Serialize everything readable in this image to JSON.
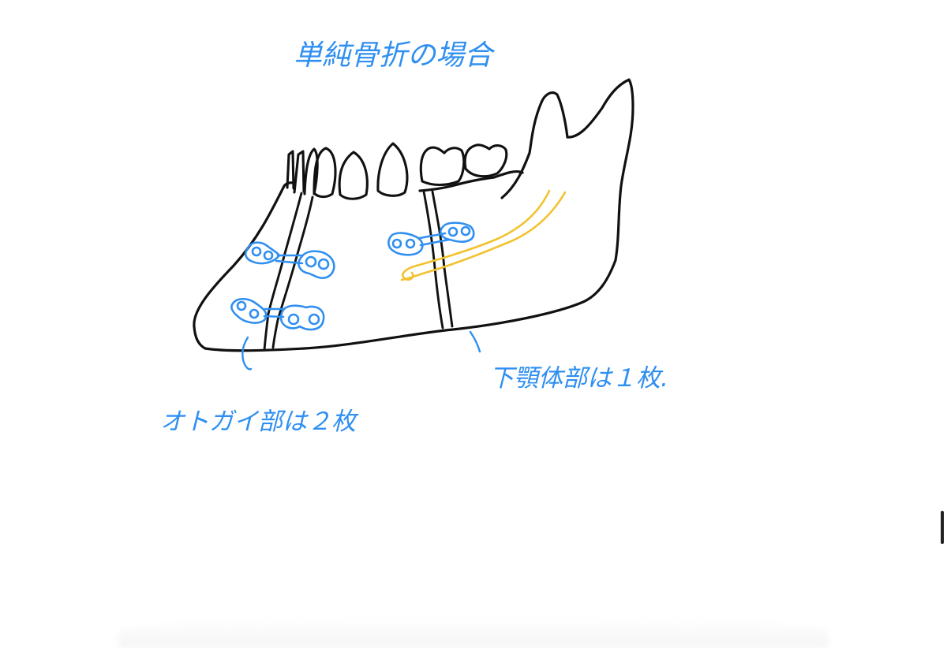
{
  "title": "単純骨折の場合",
  "labels": {
    "left_note": "オトガイ部は２枚",
    "right_note": "下顎体部は１枚."
  },
  "colors": {
    "ink": "#111111",
    "note_blue": "#2f8ff0",
    "nerve_yellow": "#f2c230",
    "background": "#ffffff"
  },
  "icons": {
    "scrollbar": "vertical-scroll-handle"
  }
}
